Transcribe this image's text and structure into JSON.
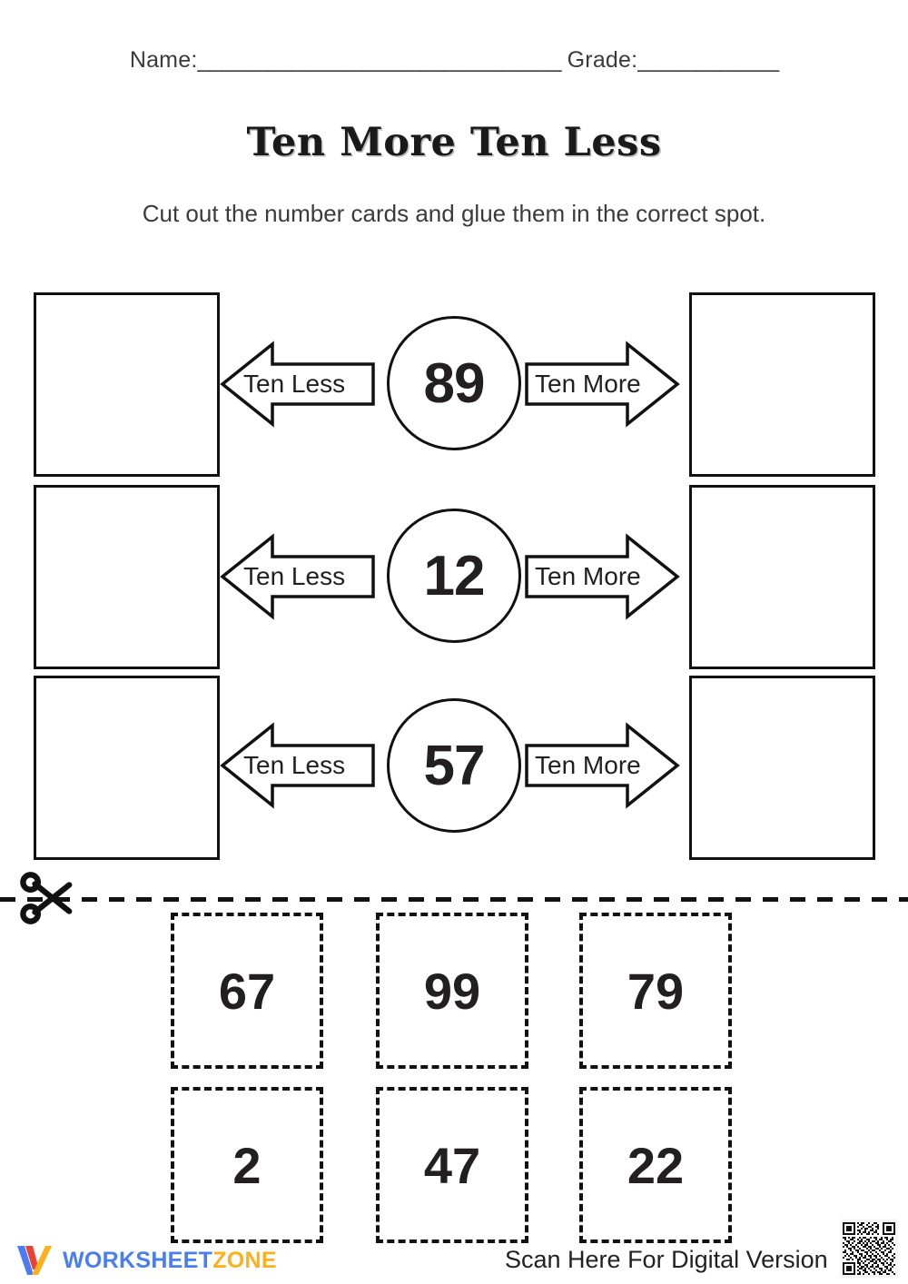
{
  "header": {
    "name_label": "Name:",
    "name_rule": "_______________________________",
    "grade_label": "Grade:",
    "grade_rule": "____________"
  },
  "title": "Ten More Ten Less",
  "subtitle": "Cut out the number cards and glue them in the correct spot.",
  "labels": {
    "ten_less": "Ten Less",
    "ten_more": "Ten More"
  },
  "problems": [
    {
      "number": "89",
      "ten_less_answer": "",
      "ten_more_answer": ""
    },
    {
      "number": "12",
      "ten_less_answer": "",
      "ten_more_answer": ""
    },
    {
      "number": "57",
      "ten_less_answer": "",
      "ten_more_answer": ""
    }
  ],
  "cut_cards": [
    {
      "value": "67"
    },
    {
      "value": "99"
    },
    {
      "value": "79"
    },
    {
      "value": "2"
    },
    {
      "value": "47"
    },
    {
      "value": "22"
    }
  ],
  "footer": {
    "logo_part1": "WORKSHEET",
    "logo_part2": "ZONE",
    "scan_text": "Scan Here For Digital Version"
  },
  "colors": {
    "ink": "#231f20",
    "logo_blue": "#4a7ef0",
    "logo_yellow": "#fbb01e",
    "logo_red": "#ea4335"
  }
}
